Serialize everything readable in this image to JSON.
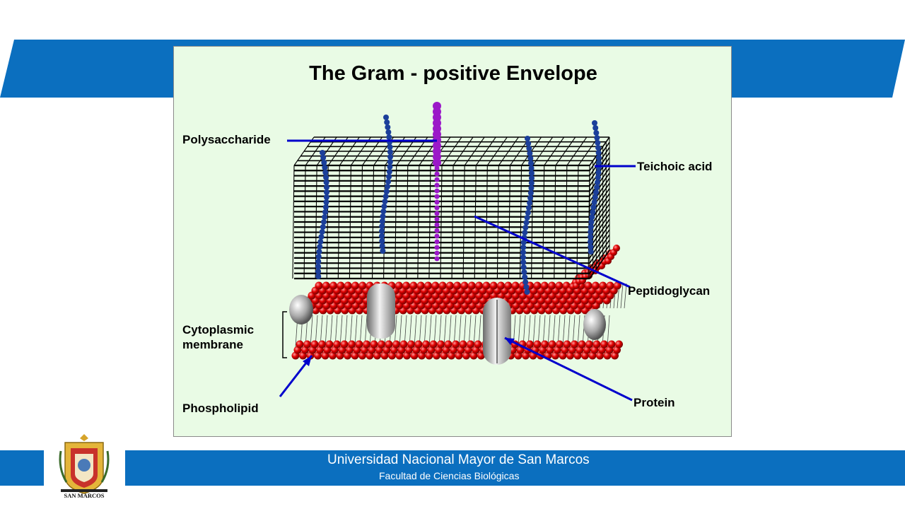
{
  "slide": {
    "accent_color": "#0b6fbf"
  },
  "figure": {
    "title": "The Gram - positive Envelope",
    "background": "#e9fbe5",
    "labels": {
      "polysaccharide": "Polysaccharide",
      "teichoic_acid": "Teichoic acid",
      "peptidoglycan": "Peptidoglycan",
      "cytoplasmic_membrane_line1": "Cytoplasmic",
      "cytoplasmic_membrane_line2": "membrane",
      "phospholipid": "Phospholipid",
      "protein": "Protein"
    },
    "colors": {
      "pointer": "#0000cc",
      "lipid_heads": "#e00000",
      "polysaccharide_chain": "#9b19c8",
      "teichoic_chain": "#1b3f9a",
      "mesh": "#000000",
      "protein": "#a8a8a8"
    }
  },
  "footer": {
    "university": "Universidad Nacional Mayor de San Marcos",
    "faculty": "Facultad de Ciencias Biológicas"
  },
  "logo": {
    "icon": "university-crest-icon",
    "text": "SAN MARCOS"
  }
}
